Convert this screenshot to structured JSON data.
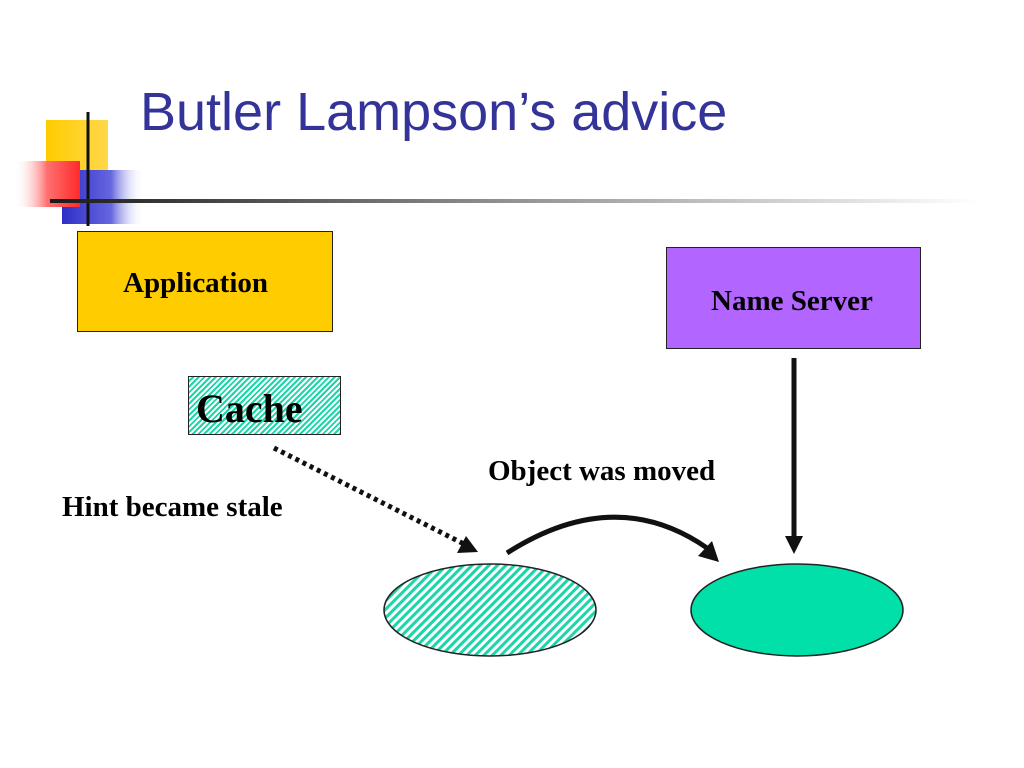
{
  "slide": {
    "title": "Butler Lampson’s advice"
  },
  "diagram": {
    "application_label": "Application",
    "name_server_label": "Name Server",
    "cache_label": "Cache",
    "object_moved_label": "Object was moved",
    "hint_stale_label": "Hint became stale"
  },
  "colors": {
    "title": "#33339a",
    "application_fill": "#ffcc00",
    "name_server_fill": "#b366ff",
    "object_fill": "#00e0a8",
    "hatch": "#1ad6a8",
    "accent_yellow": "#ffcc00",
    "accent_red": "#ff3b3b",
    "accent_blue": "#3333cc"
  }
}
